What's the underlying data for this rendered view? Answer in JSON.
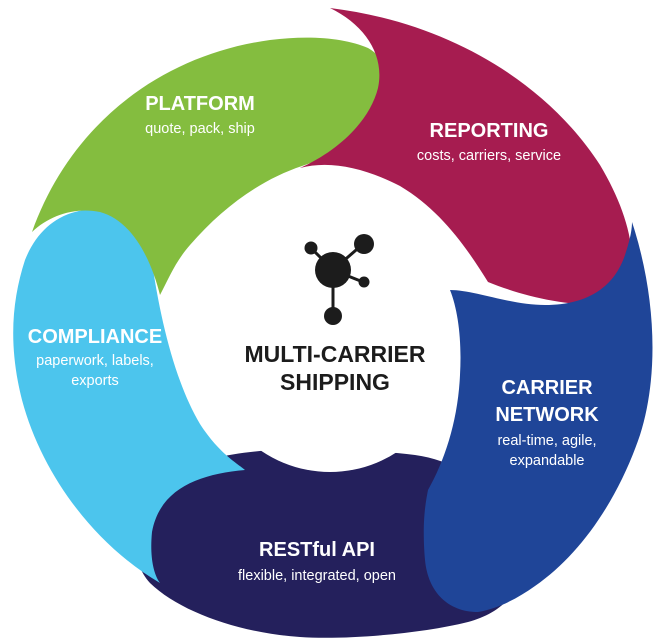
{
  "diagram": {
    "center": {
      "icon": "network-hub-icon",
      "title_line1": "MULTI-CARRIER",
      "title_line2": "SHIPPING",
      "color": "#1c1c1c"
    },
    "segments": [
      {
        "id": "platform",
        "title": "PLATFORM",
        "subtitle": "quote, pack, ship",
        "color": "#84bd3f"
      },
      {
        "id": "reporting",
        "title": "REPORTING",
        "subtitle": "costs, carriers, service",
        "color": "#a61c50"
      },
      {
        "id": "carrier-network",
        "title_line1": "CARRIER",
        "title_line2": "NETWORK",
        "subtitle_line1": "real-time, agile,",
        "subtitle_line2": "expandable",
        "color": "#1f4598"
      },
      {
        "id": "restful-api",
        "title": "RESTful API",
        "subtitle": "flexible, integrated, open",
        "color": "#24205c"
      },
      {
        "id": "compliance",
        "title": "COMPLIANCE",
        "subtitle_line1": "paperwork, labels,",
        "subtitle_line2": "exports",
        "color": "#4cc5ed"
      }
    ]
  }
}
